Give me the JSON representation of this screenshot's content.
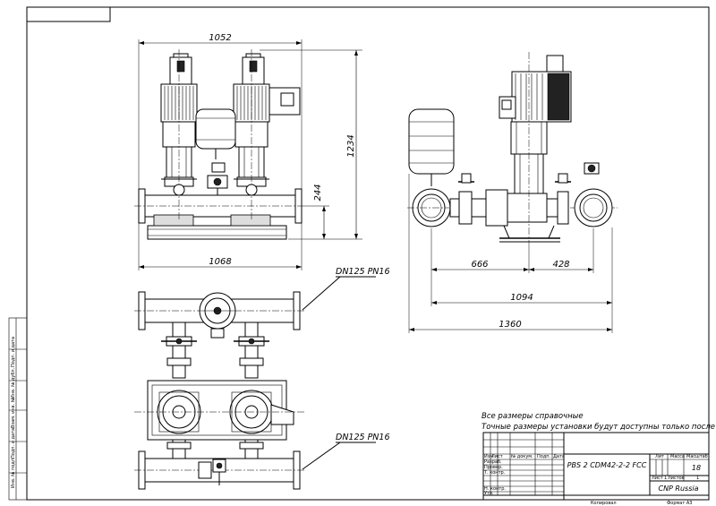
{
  "dimensions": {
    "overall_width_top": "1052",
    "height": "1234",
    "pipe_center_height": "244",
    "base_width": "1068",
    "side_left": "666",
    "side_right": "428",
    "side_flange_span": "1094",
    "side_overall": "1360"
  },
  "labels": {
    "connection_top": "DN125 PN16",
    "connection_bottom": "DN125 PN16"
  },
  "notes": {
    "line1": "Все размеры справочные",
    "line2": "Точные размеры установки будут доступны только после сборки"
  },
  "title_block": {
    "designation": "PBS 2 CDM42-2-2 FCC",
    "company": "CNP Russia",
    "sheet_label": "Лит",
    "mass_label": "Масса",
    "scale_label": "Масштаб",
    "scale_value": "18",
    "sheet_word": "Лист",
    "sheets_word": "Листов",
    "sheet_num": "1",
    "sheets_num": "1",
    "col_izm": "Изм",
    "col_list": "Лист",
    "col_doc": "№ докум.",
    "col_sign": "Подп.",
    "col_date": "Дата",
    "role_razrab": "Разраб.",
    "role_prover": "Провер.",
    "role_tkontr": "Т. контр.",
    "role_nkontr": "Н. контр.",
    "role_utv": "Утв.",
    "copied": "Копировал",
    "format": "Формат A3"
  },
  "side_stamp": {
    "inv_orig": "Инв. № подл.",
    "sign_date_1": "Подп. и дата",
    "vzam_inv": "Взам. инв. №",
    "inv_dubl": "Инв. № дубл.",
    "sign_date_2": "Подп. и дата"
  }
}
